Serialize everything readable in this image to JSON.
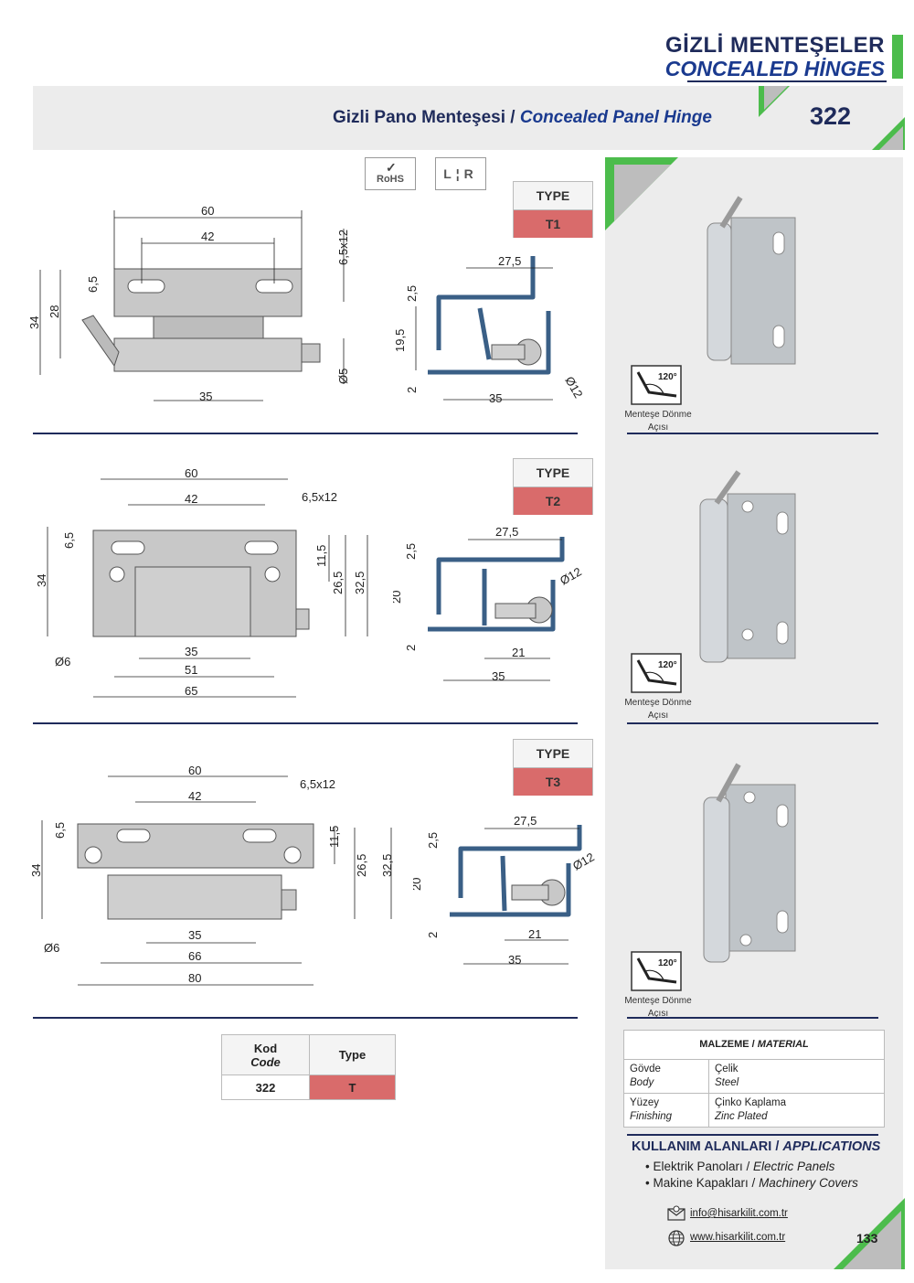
{
  "header": {
    "title_tr": "GİZLİ MENTEŞELER",
    "title_en": "CONCEALED HİNGES"
  },
  "band": {
    "title_tr": "Gizli Pano Menteşesi",
    "separator": " / ",
    "title_en": "Concealed Panel Hinge",
    "number": "322"
  },
  "badges": {
    "rohs": "RoHS",
    "lr_left": "L",
    "lr_right": "R"
  },
  "types": [
    {
      "header": "TYPE",
      "value": "T1"
    },
    {
      "header": "TYPE",
      "value": "T2"
    },
    {
      "header": "TYPE",
      "value": "T3"
    }
  ],
  "drawings": {
    "t1": {
      "front": [
        "60",
        "42",
        "6,5x12",
        "6,5",
        "34",
        "28",
        "35",
        "Ø5"
      ],
      "side": [
        "27,5",
        "2,5",
        "19,5",
        "2",
        "35",
        "Ø12"
      ]
    },
    "t2": {
      "front": [
        "60",
        "42",
        "6,5x12",
        "6,5",
        "34",
        "11,5",
        "26,5",
        "32,5",
        "35",
        "51",
        "65",
        "Ø6"
      ],
      "side": [
        "27,5",
        "2,5",
        "20",
        "2",
        "21",
        "35",
        "Ø12"
      ]
    },
    "t3": {
      "front": [
        "60",
        "42",
        "6,5x12",
        "6,5",
        "34",
        "11,5",
        "26,5",
        "32,5",
        "35",
        "66",
        "80",
        "Ø6"
      ],
      "side": [
        "27,5",
        "2,5",
        "20",
        "2",
        "21",
        "35",
        "Ø12"
      ]
    }
  },
  "rotation": {
    "angle": "120°",
    "label_line1": "Menteşe Dönme",
    "label_line2": "Açısı"
  },
  "code_table": {
    "kod": "Kod",
    "code": "Code",
    "type_header": "Type",
    "code_value": "322",
    "type_value": "T"
  },
  "material": {
    "title_tr": "MALZEME",
    "title_en": "MATERIAL",
    "rows": [
      {
        "k_tr": "Gövde",
        "k_en": "Body",
        "v_tr": "Çelik",
        "v_en": "Steel"
      },
      {
        "k_tr": "Yüzey",
        "k_en": "Finishing",
        "v_tr": "Çinko Kaplama",
        "v_en": "Zinc Plated"
      }
    ]
  },
  "applications": {
    "title_tr": "KULLANIM ALANLARI",
    "title_en": "APPLICATIONS",
    "items": [
      {
        "tr": "Elektrik Panoları",
        "en": "Electric Panels"
      },
      {
        "tr": "Makine Kapakları",
        "en": "Machinery Covers"
      }
    ]
  },
  "contact": {
    "email": "info@hisarkilit.com.tr",
    "web": "www.hisarkilit.com.tr"
  },
  "page_number": "133",
  "colors": {
    "navy": "#1f2b5b",
    "blue": "#1a3a8f",
    "green": "#4cbc4c",
    "type_red": "#d96b6b",
    "panel_gray": "#ececec"
  }
}
